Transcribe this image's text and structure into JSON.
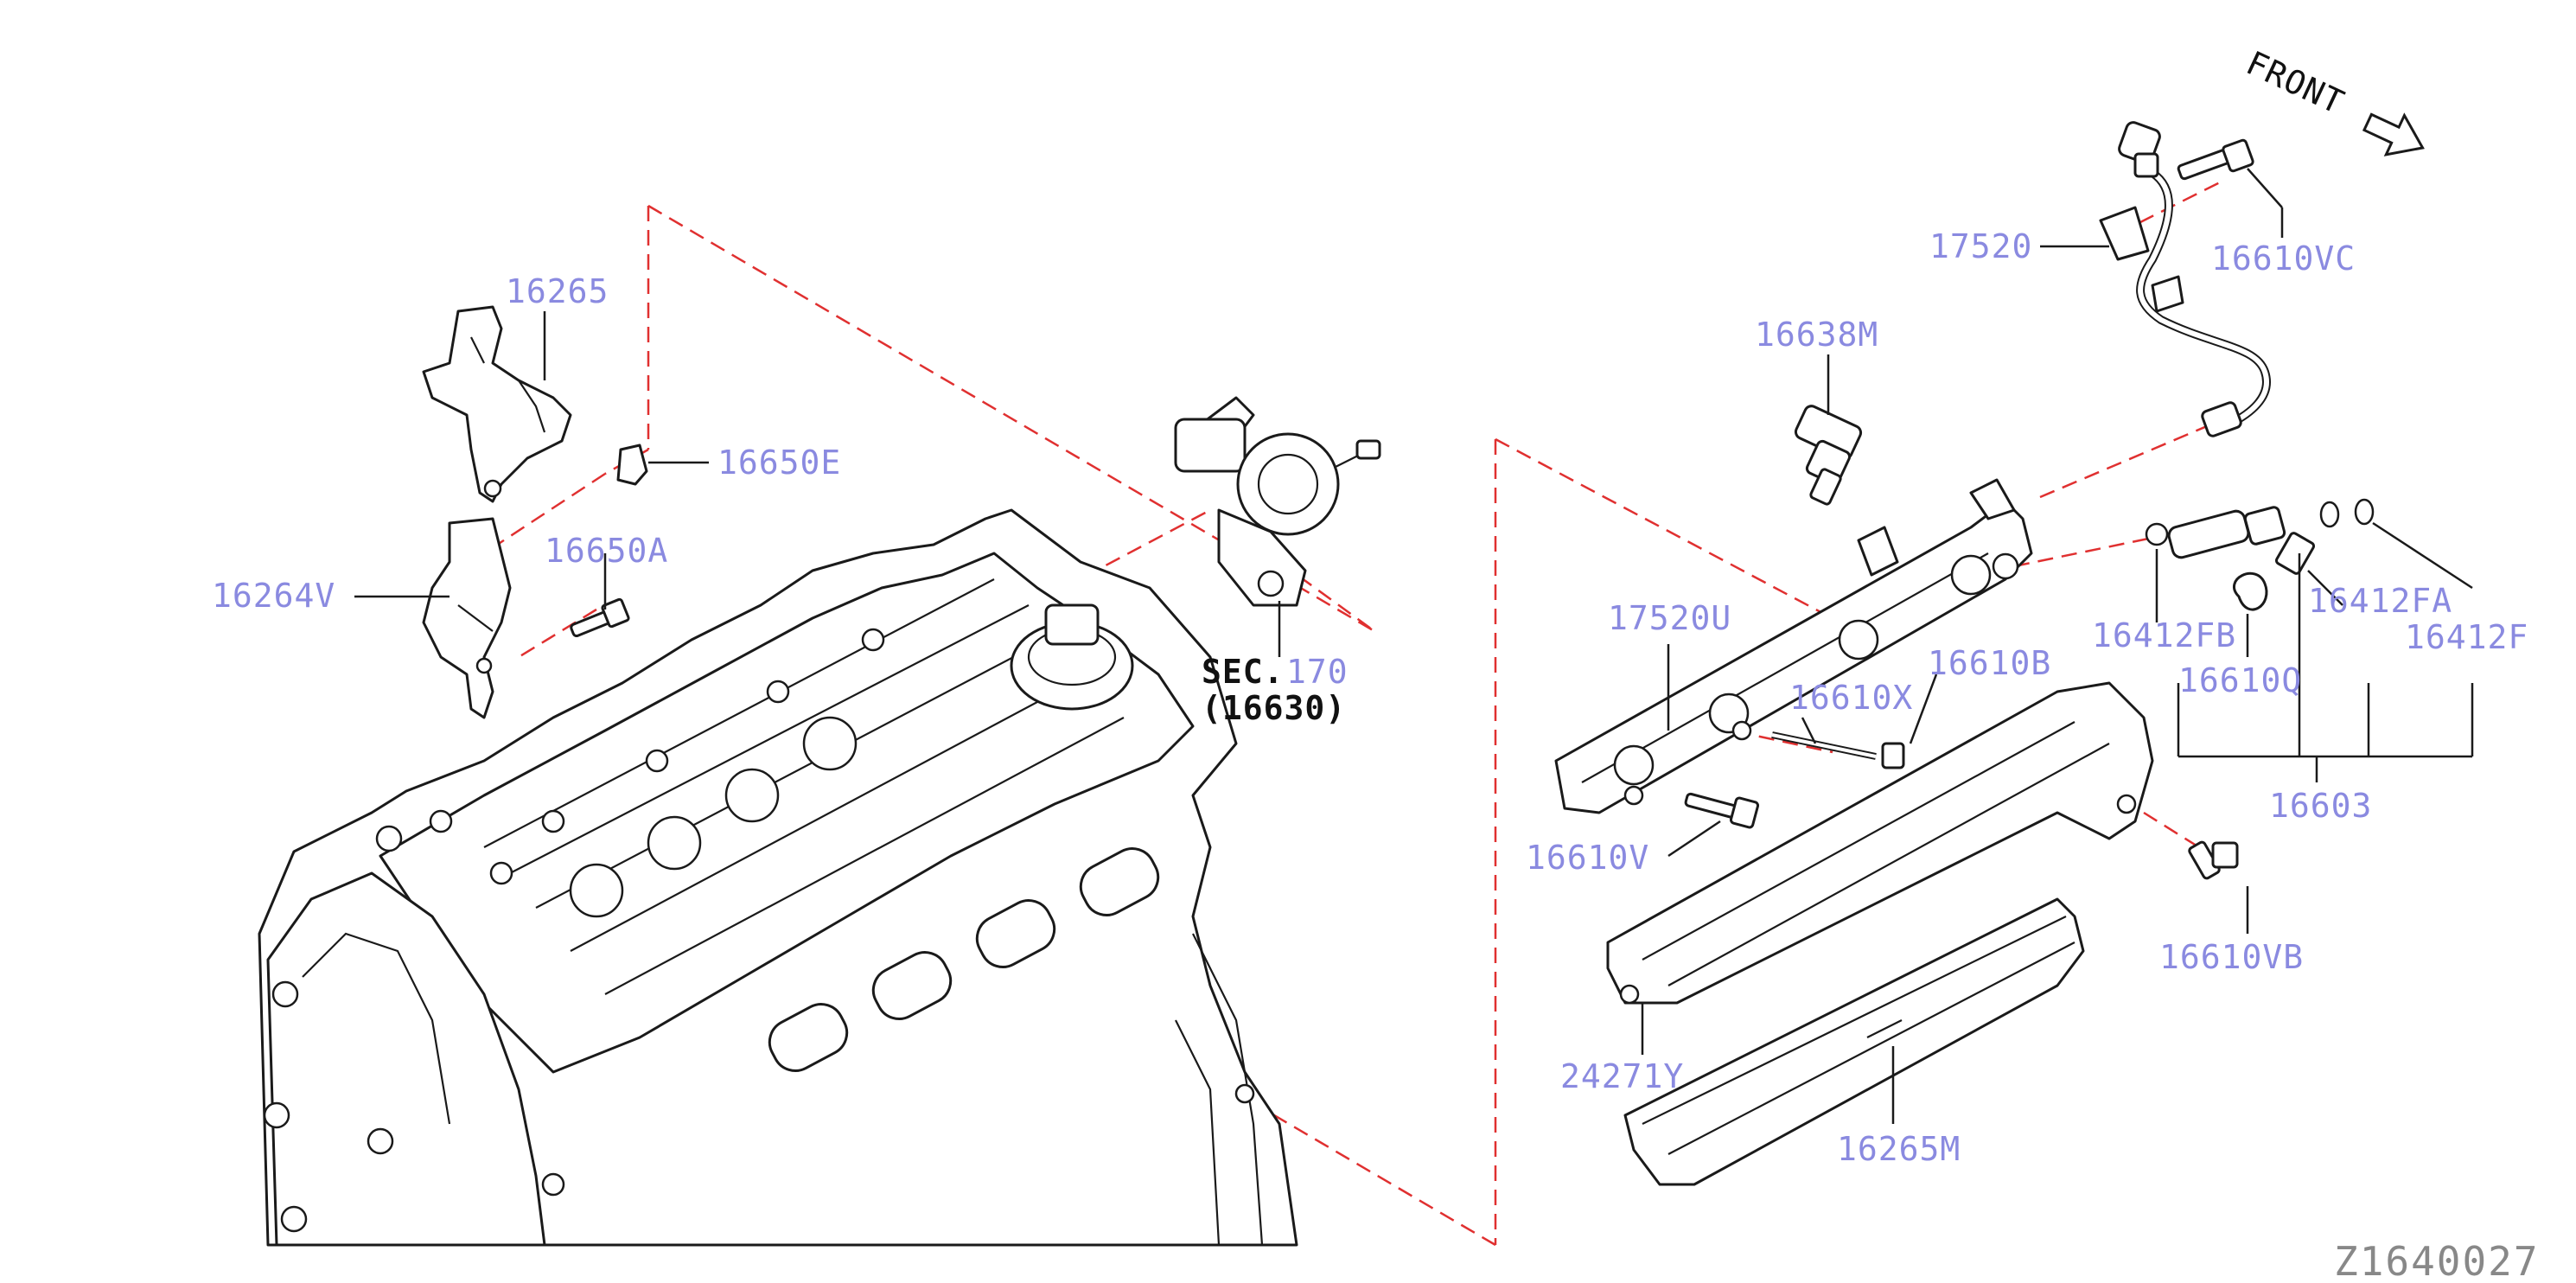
{
  "diagram_code": "Z1640027",
  "direction_label": "FRONT",
  "sec_ref": {
    "line1": "SEC.",
    "number": "170",
    "line2": "(16630)"
  },
  "part_labels": [
    {
      "id": "16265",
      "text": "16265"
    },
    {
      "id": "16650E",
      "text": "16650E"
    },
    {
      "id": "16650A",
      "text": "16650A"
    },
    {
      "id": "16264V",
      "text": "16264V"
    },
    {
      "id": "17520",
      "text": "17520"
    },
    {
      "id": "16610VC",
      "text": "16610VC"
    },
    {
      "id": "16638M",
      "text": "16638M"
    },
    {
      "id": "17520U",
      "text": "17520U"
    },
    {
      "id": "16610X",
      "text": "16610X"
    },
    {
      "id": "16610B",
      "text": "16610B"
    },
    {
      "id": "16412FB",
      "text": "16412FB"
    },
    {
      "id": "16610Q",
      "text": "16610Q"
    },
    {
      "id": "16412FA",
      "text": "16412FA"
    },
    {
      "id": "16412F",
      "text": "16412F"
    },
    {
      "id": "16603",
      "text": "16603"
    },
    {
      "id": "16610V",
      "text": "16610V"
    },
    {
      "id": "16610VB",
      "text": "16610VB"
    },
    {
      "id": "24271Y",
      "text": "24271Y"
    },
    {
      "id": "16265M",
      "text": "16265M"
    }
  ],
  "colors": {
    "label": "#8a8ae0",
    "linework": "#1a1a1a",
    "dashed_reference": "#e03030",
    "code": "#888888"
  }
}
